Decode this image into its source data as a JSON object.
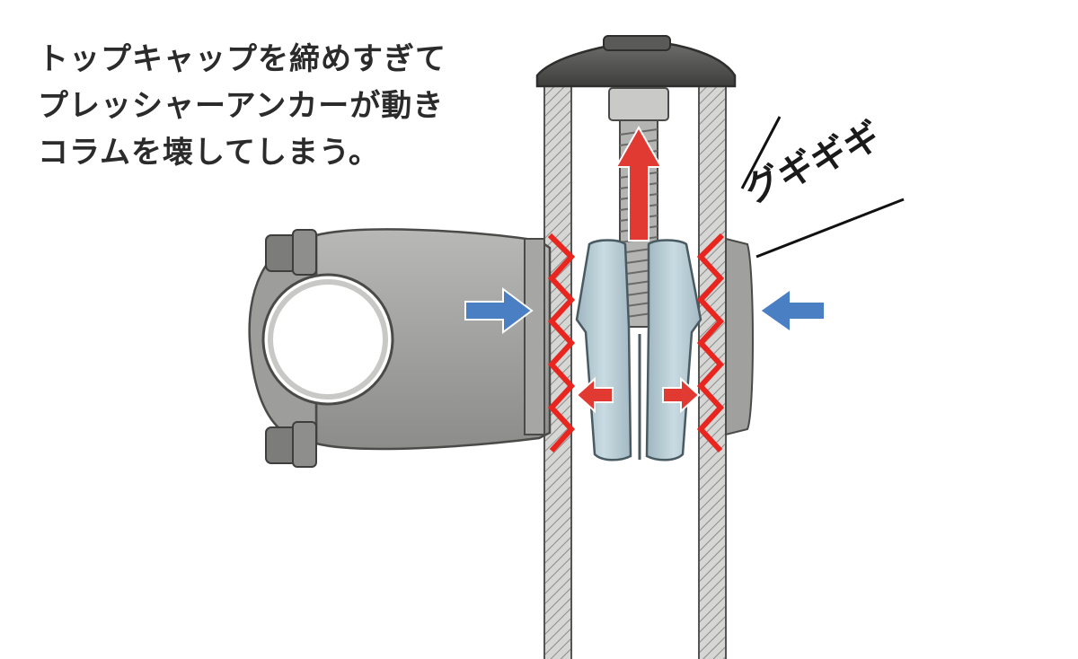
{
  "caption": {
    "line1": "トップキャップを締めすぎて",
    "line2": "プレッシャーアンカーが動き",
    "line3": "コラムを壊してしまう。"
  },
  "sound_effect": "グギギギ",
  "colors": {
    "zigzag": "#e8261f",
    "anchor_arrow": "#e03a33",
    "stem_arrow": "#4b7fc4",
    "anchor": "#b5c9d2",
    "stem": "#9a9a98",
    "tube": "#c4c4c2"
  }
}
